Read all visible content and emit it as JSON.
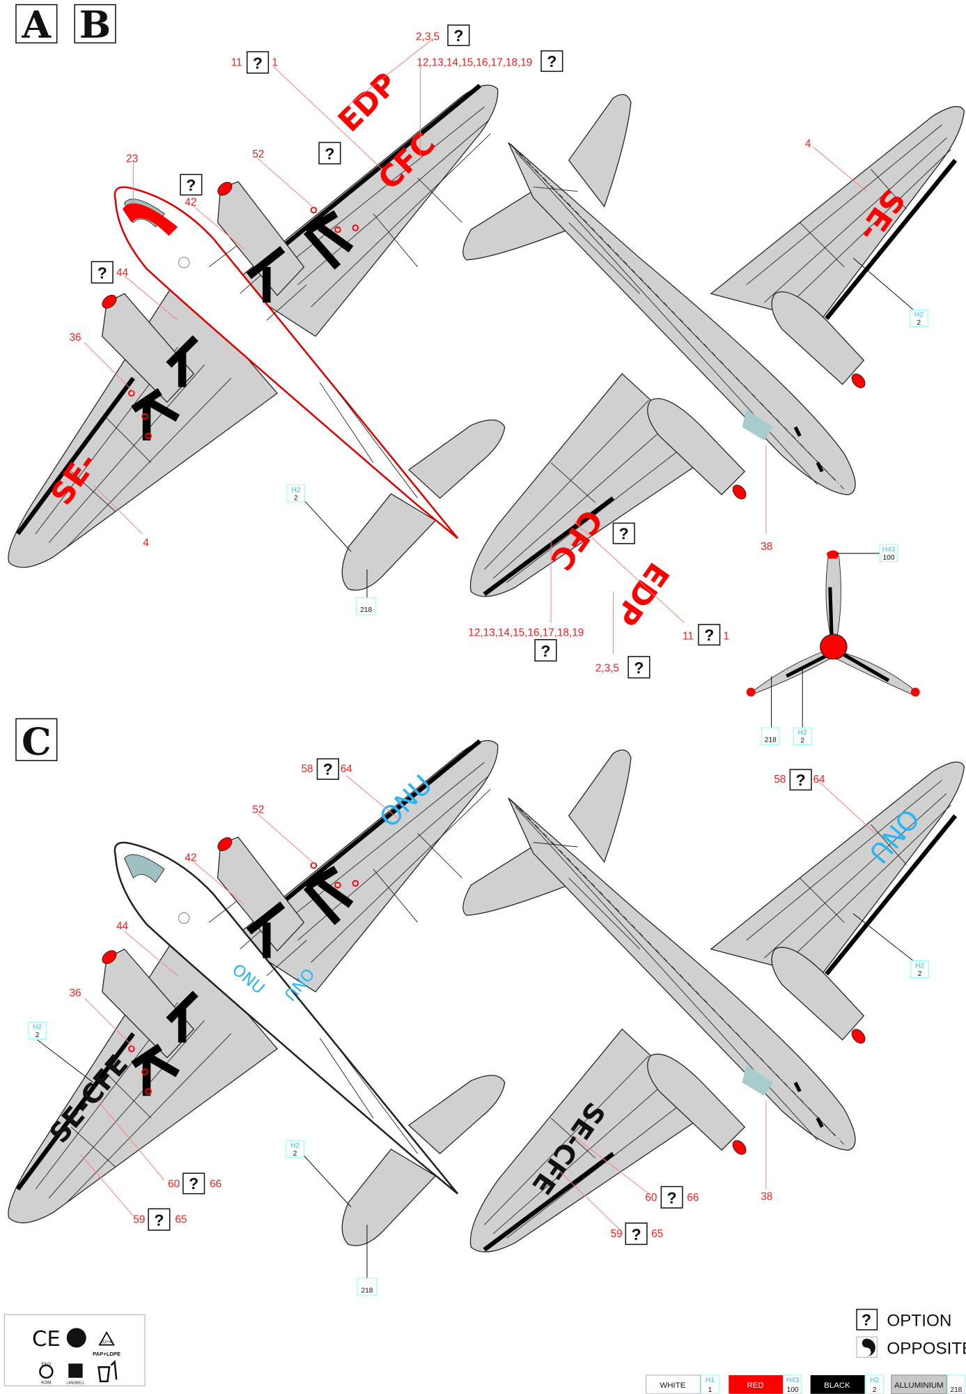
{
  "sections": {
    "a": "A",
    "b": "B",
    "c": "C"
  },
  "option_mark": "?",
  "scheme_ab": {
    "top": {
      "l11": "11",
      "l1": "1",
      "l235": "2,3,5",
      "l12_19": "12,13,14,15,16,17,18,19",
      "edp": "EDP",
      "cfc": "CFC",
      "l23": "23",
      "l42": "42",
      "l52": "52",
      "l44": "44",
      "l36": "36",
      "se": "SE-",
      "l4": "4"
    },
    "bottom": {
      "l4": "4",
      "se": "SE-",
      "l38": "38",
      "cfc": "CFC",
      "edp": "EDP",
      "l12_19": "12,13,14,15,16,17,18,19",
      "l235": "2,3,5",
      "l11": "11",
      "l1": "1"
    }
  },
  "scheme_c": {
    "top": {
      "l58": "58",
      "l64": "64",
      "onu": "ONU",
      "l52": "52",
      "l42": "42",
      "l44": "44",
      "l36": "36",
      "reg": "SE-CFE",
      "l60": "60",
      "l66": "66",
      "l59": "59",
      "l65": "65"
    },
    "bottom": {
      "l58": "58",
      "l64": "64",
      "onu": "ONU",
      "reg": "SE-CFE",
      "l60": "60",
      "l66": "66",
      "l59": "59",
      "l65": "65",
      "l38": "38"
    }
  },
  "paint_codes": {
    "h2": {
      "code": "H2",
      "num": "2"
    },
    "h43": {
      "code": "H43",
      "num": "100"
    },
    "alu": {
      "code": "",
      "num": "218"
    }
  },
  "legend": {
    "option": "OPTION",
    "opposite": "OPPOSITE"
  },
  "colors": [
    {
      "name": "WHITE",
      "code": "H1",
      "num": "1",
      "hex": "#ffffff"
    },
    {
      "name": "RED",
      "code": "H43",
      "num": "100",
      "hex": "#ff0000"
    },
    {
      "name": "BLACK",
      "code": "H2",
      "num": "2",
      "hex": "#000000"
    },
    {
      "name": "ALLUMINIUM",
      "code": "",
      "num": "218",
      "hex": "#c8c8c8"
    }
  ],
  "logos": {
    "recycle_code": "22+4",
    "recycle_material": "PAP+LDPE",
    "eko": "EKO",
    "kom": "KOM",
    "landbell": "LANDBELL"
  }
}
